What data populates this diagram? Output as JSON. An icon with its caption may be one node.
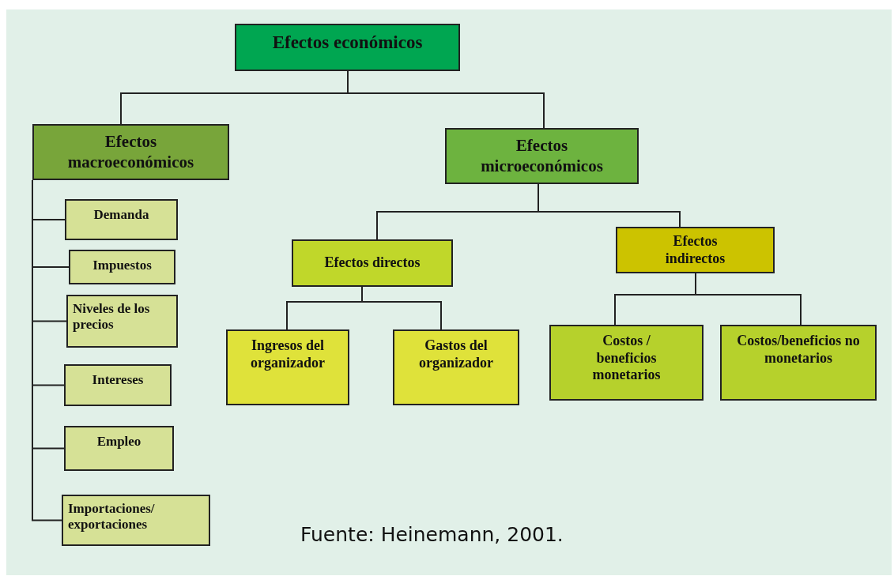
{
  "diagram": {
    "nodes": [
      {
        "text": [
          "Efectos económicos"
        ]
      },
      {
        "text": [
          "Efectos macroeconómicos"
        ]
      },
      {
        "text": [
          "Efectos microeconómicos"
        ]
      },
      {
        "text": [
          "Demanda"
        ]
      },
      {
        "text": [
          "Impuestos"
        ]
      },
      {
        "text": [
          "Niveles de los precios"
        ]
      },
      {
        "text": [
          "Intereses"
        ]
      },
      {
        "text": [
          "Empleo"
        ]
      },
      {
        "text": [
          "Importaciones/ exportaciones"
        ]
      },
      {
        "text": [
          "Efectos directos"
        ]
      },
      {
        "text": [
          "Efectos indirectos"
        ]
      },
      {
        "text": [
          "Ingresos del organizador"
        ]
      },
      {
        "text": [
          "Gastos del organizador"
        ]
      },
      {
        "text": [
          "Costos / beneficios monetarios"
        ]
      },
      {
        "text": [
          "Costos/beneficios no monetarios"
        ]
      }
    ],
    "edges": [
      {
        "from": 0,
        "to": 1,
        "arrow": "none"
      },
      {
        "from": 0,
        "to": 2,
        "arrow": "none"
      },
      {
        "from": 1,
        "to": 3,
        "arrow": "none"
      },
      {
        "from": 1,
        "to": 4,
        "arrow": "none"
      },
      {
        "from": 1,
        "to": 5,
        "arrow": "none"
      },
      {
        "from": 1,
        "to": 6,
        "arrow": "none"
      },
      {
        "from": 1,
        "to": 7,
        "arrow": "none"
      },
      {
        "from": 1,
        "to": 8,
        "arrow": "none"
      },
      {
        "from": 2,
        "to": 9,
        "arrow": "none"
      },
      {
        "from": 2,
        "to": 10,
        "arrow": "none"
      },
      {
        "from": 9,
        "to": 11,
        "arrow": "none"
      },
      {
        "from": 9,
        "to": 12,
        "arrow": "none"
      },
      {
        "from": 10,
        "to": 13,
        "arrow": "none"
      },
      {
        "from": 10,
        "to": 14,
        "arrow": "none"
      }
    ],
    "labels": [
      "Fuente: Heinemann, 2001."
    ]
  }
}
